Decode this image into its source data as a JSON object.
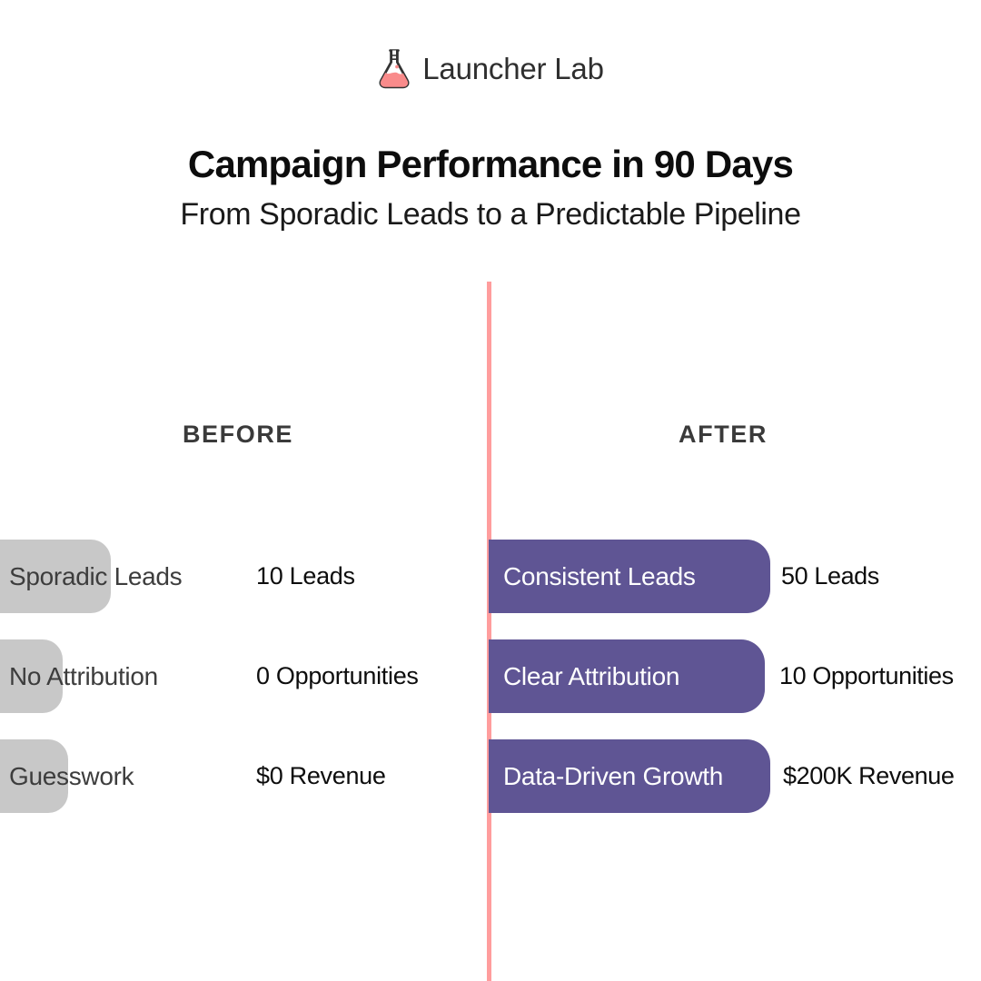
{
  "brand": {
    "name": "Launcher Lab",
    "icon": "flask-icon",
    "icon_outline_color": "#333333",
    "icon_liquid_color": "#f98b8b"
  },
  "headline": {
    "title": "Campaign Performance in 90 Days",
    "subtitle": "From Sporadic Leads to a Predictable Pipeline"
  },
  "columns": {
    "before_label": "BEFORE",
    "after_label": "AFTER"
  },
  "colors": {
    "before_bar": "#c8c8c8",
    "after_bar": "#5f5594",
    "divider": "#ff9d9d",
    "title": "#0d0d0d",
    "column_header": "#3a3a3a"
  },
  "chart_data": {
    "type": "bar",
    "title": "Campaign Performance in 90 Days",
    "subtitle": "From Sporadic Leads to a Predictable Pipeline",
    "orientation": "horizontal",
    "grid": false,
    "legend": "none",
    "series": [
      {
        "name": "BEFORE",
        "color": "#c8c8c8"
      },
      {
        "name": "AFTER",
        "color": "#5f5594"
      }
    ],
    "categories": [
      "Leads",
      "Opportunities",
      "Revenue"
    ],
    "rows": [
      {
        "before_label": "Sporadic Leads",
        "before_value": "10 Leads",
        "before_number": 10,
        "before_bar_width": 122,
        "after_label": "Consistent Leads",
        "after_value": "50 Leads",
        "after_number": 50,
        "after_bar_width": 310,
        "after_value_left": 860
      },
      {
        "before_label": "No Attribution",
        "before_value": "0 Opportunities",
        "before_number": 0,
        "before_bar_width": 69,
        "after_label": "Clear Attribution",
        "after_value": "10 Opportunities",
        "after_number": 10,
        "after_bar_width": 304,
        "after_value_left": 858
      },
      {
        "before_label": "Guesswork",
        "before_value": "$0 Revenue",
        "before_number": 0,
        "before_bar_width": 75,
        "after_label": "Data-Driven Growth",
        "after_value": "$200K Revenue",
        "after_number": 200000,
        "after_bar_width": 310,
        "after_value_left": 862
      }
    ]
  }
}
